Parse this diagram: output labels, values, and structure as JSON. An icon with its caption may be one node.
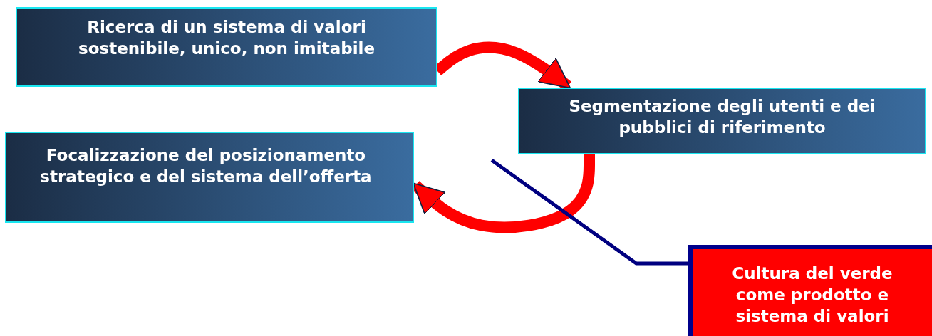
{
  "diagram": {
    "nodes": [
      {
        "text": [
          "Ricerca di un sistema di valori sostenibile, unico, non imitabile"
        ]
      },
      {
        "text": [
          "Segmentazione degli utenti e dei pubblici di riferimento"
        ]
      },
      {
        "text": [
          "Focalizzazione del posizionamento strategico e del sistema dell’offerta"
        ]
      },
      {
        "text": [
          "Cultura del verde come prodotto e sistema di valori"
        ]
      }
    ],
    "edges": [
      {
        "from": 0,
        "to": 1,
        "arrow": "to"
      },
      {
        "from": 1,
        "to": 2,
        "arrow": "to"
      },
      {
        "from": 3,
        "to": null,
        "arrow": "none",
        "color": "#000080"
      }
    ]
  }
}
